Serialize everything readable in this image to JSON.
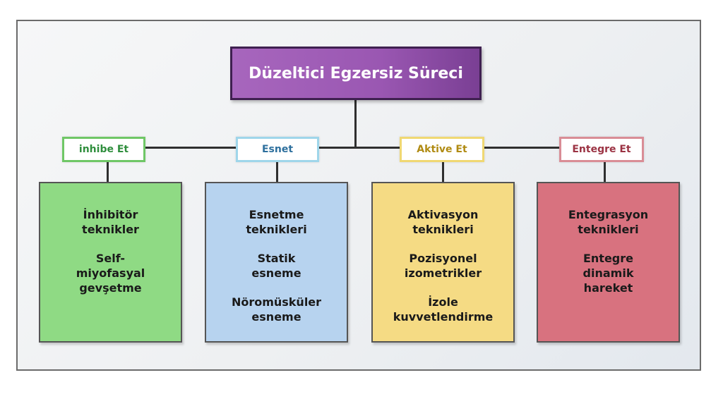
{
  "title": "Düzeltici Egzersiz Süreci",
  "colors": {
    "title_bg": "#9a57b2",
    "inhibe": "#8fda84",
    "esnet": "#b7d3ef",
    "aktive": "#f5db84",
    "entegre": "#d8727f"
  },
  "phases": [
    {
      "label": "inhibe Et",
      "items": [
        "İnhibitör\nteknikler",
        "Self-\nmiyofasyal\ngevşetme"
      ]
    },
    {
      "label": "Esnet",
      "items": [
        "Esnetme\nteknikleri",
        "Statik\nesneme",
        "Nöromüsküler\nesneme"
      ]
    },
    {
      "label": "Aktive Et",
      "items": [
        "Aktivasyon\nteknikleri",
        "Pozisyonel\nizometrikler",
        "İzole\nkuvvetlendirme"
      ]
    },
    {
      "label": "Entegre Et",
      "items": [
        "Entegrasyon\nteknikleri",
        "Entegre\ndinamik\nhareket"
      ]
    }
  ]
}
